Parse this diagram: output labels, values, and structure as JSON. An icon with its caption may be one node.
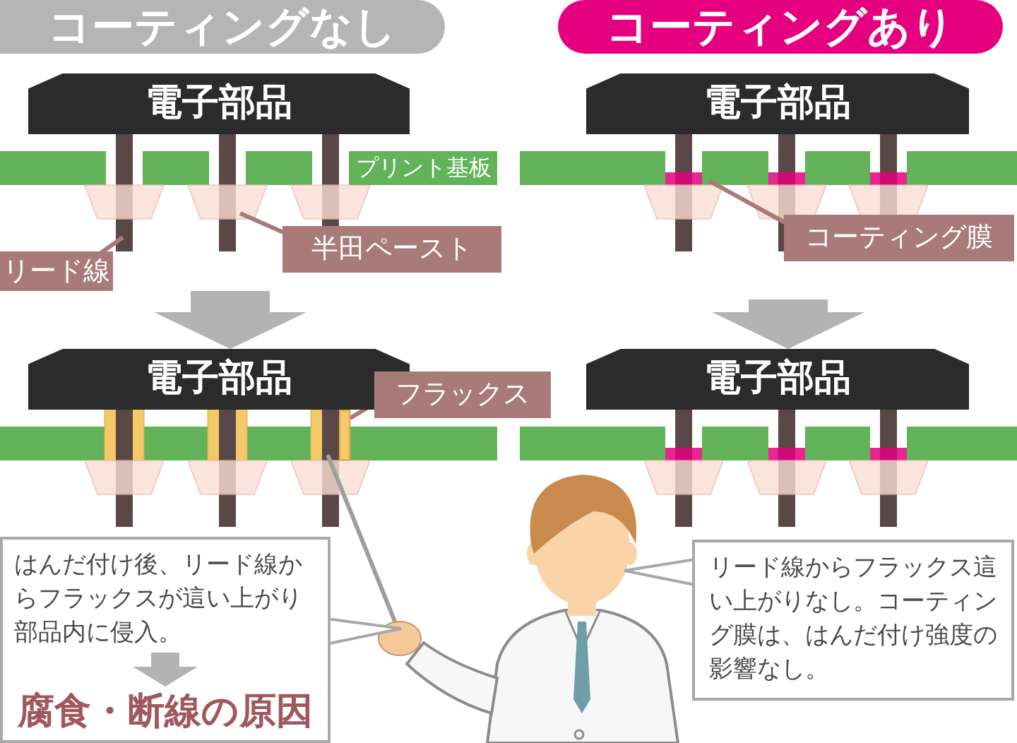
{
  "diagram": {
    "nodes": [
      {
        "text": [
          "コーティングなし"
        ]
      },
      {
        "text": [
          "コーティングあり"
        ]
      },
      {
        "text": [
          "電子部品"
        ]
      },
      {
        "text": [
          "プリント基板"
        ]
      },
      {
        "text": [
          "リード線"
        ]
      },
      {
        "text": [
          "半田ペースト"
        ]
      },
      {
        "text": [
          "電子部品"
        ]
      },
      {
        "text": [
          "コーティング膜"
        ]
      },
      {
        "text": [
          "電子部品"
        ]
      },
      {
        "text": [
          "フラックス"
        ]
      },
      {
        "text": [
          "電子部品"
        ]
      },
      {
        "text": [
          "はんだ付け後、リード線からフラックスが這い上がり部品内に侵入。",
          "腐食・断線の原因"
        ]
      },
      {
        "text": [
          "リード線からフラックス這い上がりなし。コーティング膜は、はんだ付け強度の影響なし。"
        ]
      },
      {
        "text": [],
        "shape": "bar"
      }
    ],
    "edges": [
      {
        "from": null,
        "to": 8,
        "arrow": "to",
        "style": "thick",
        "color": "#b3b3b3"
      },
      {
        "from": null,
        "to": 10,
        "arrow": "to",
        "style": "thick",
        "color": "#b3b3b3"
      },
      {
        "from": 4,
        "to": null,
        "arrow": "none"
      },
      {
        "from": 5,
        "to": null,
        "arrow": "none"
      },
      {
        "from": 7,
        "to": null,
        "arrow": "none"
      },
      {
        "from": 9,
        "to": 13,
        "arrow": "none"
      }
    ]
  }
}
